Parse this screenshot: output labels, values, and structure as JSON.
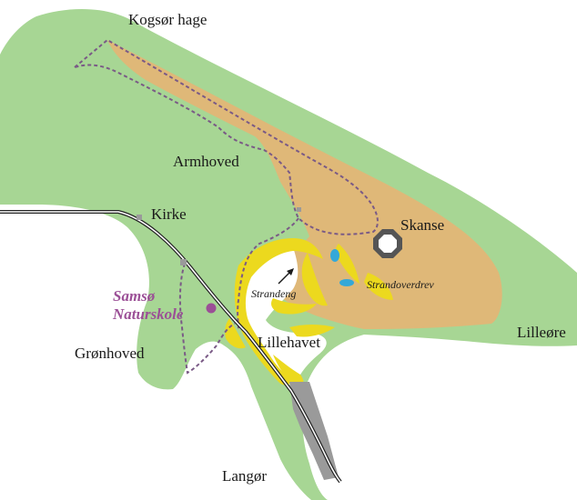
{
  "map": {
    "colors": {
      "land": "#a7d694",
      "sand": "#dfb878",
      "yellow": "#ecd91e",
      "water": "#ffffff",
      "path": "#7a5a86",
      "road": "#222222",
      "village": "#9a9a9a",
      "pond": "#35a8d8",
      "school": "#9b4f96",
      "fort": "#555555"
    },
    "labels": {
      "kogsor": "Kogsør hage",
      "armhoved": "Armhoved",
      "kirke": "Kirke",
      "skanse": "Skanse",
      "strandeng": "Strandeng",
      "strandoverdrev": "Strandoverdrev",
      "school_line1": "Samsø",
      "school_line2": "Naturskole",
      "lillehavet": "Lillehavet",
      "gronhoved": "Grønhoved",
      "lilleore": "Lilleøre",
      "langor": "Langør"
    },
    "icons": {
      "fort": "fort-icon",
      "school": "school-marker-icon",
      "church": "church-marker-icon",
      "arrow": "arrow-icon"
    }
  }
}
